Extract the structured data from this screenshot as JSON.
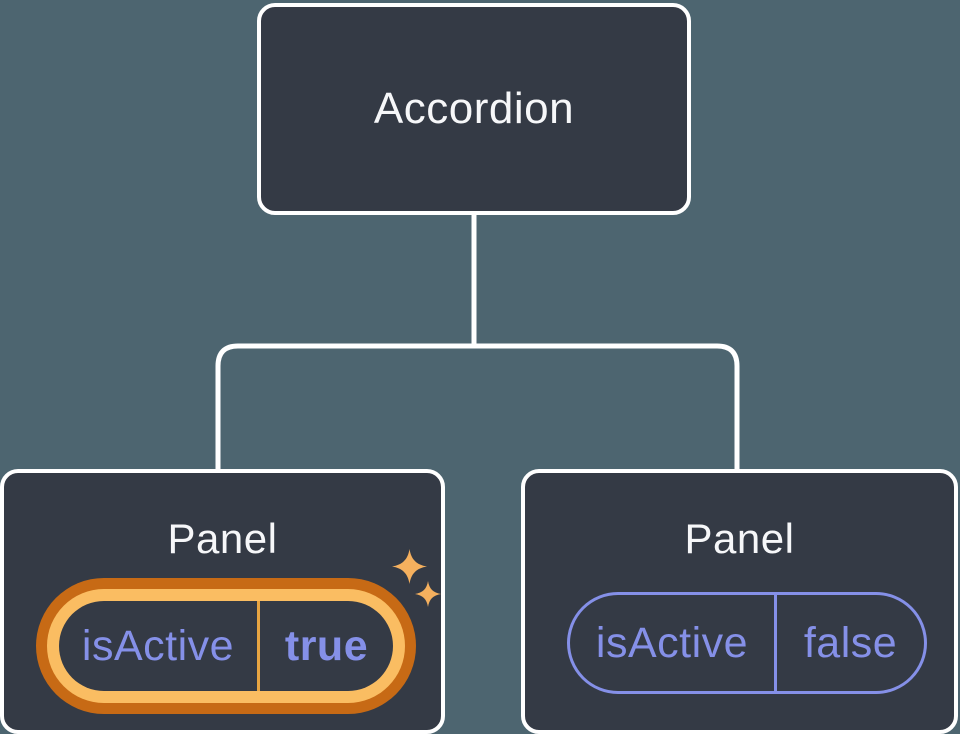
{
  "diagram": {
    "root": {
      "label": "Accordion"
    },
    "panels": [
      {
        "title": "Panel",
        "prop_name": "isActive",
        "prop_value": "true",
        "highlighted": true
      },
      {
        "title": "Panel",
        "prop_name": "isActive",
        "prop_value": "false",
        "highlighted": false
      }
    ]
  },
  "colors": {
    "background": "#4D6570",
    "card_fill": "#343A45",
    "card_border": "#FFFFFF",
    "text_primary": "#F6F7F9",
    "purple": "#8590E8",
    "ring_outer": "#C76A15",
    "ring_inner": "#FABD62",
    "divider_active": "#E8A542",
    "sparkle": "#F5B05E"
  }
}
